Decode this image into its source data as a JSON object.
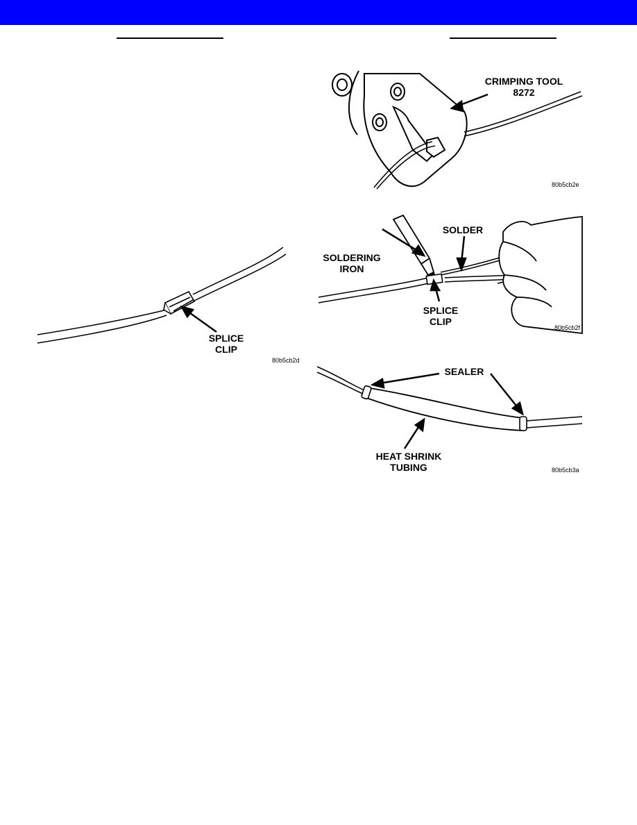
{
  "page": {
    "header_bar_color": "#0000ff"
  },
  "figures": {
    "splice_clip": {
      "label_line1": "SPLICE",
      "label_line2": "CLIP",
      "code": "80b5cb2d"
    },
    "crimping": {
      "label_line1": "CRIMPING TOOL",
      "label_line2": "8272",
      "code": "80b5cb2e"
    },
    "soldering": {
      "iron_line1": "SOLDERING",
      "iron_line2": "IRON",
      "solder": "SOLDER",
      "clip_line1": "SPLICE",
      "clip_line2": "CLIP",
      "code": "80b5cb2f"
    },
    "heat_shrink": {
      "sealer": "SEALER",
      "tubing_line1": "HEAT SHRINK",
      "tubing_line2": "TUBING",
      "code": "80b5cb3a"
    }
  }
}
